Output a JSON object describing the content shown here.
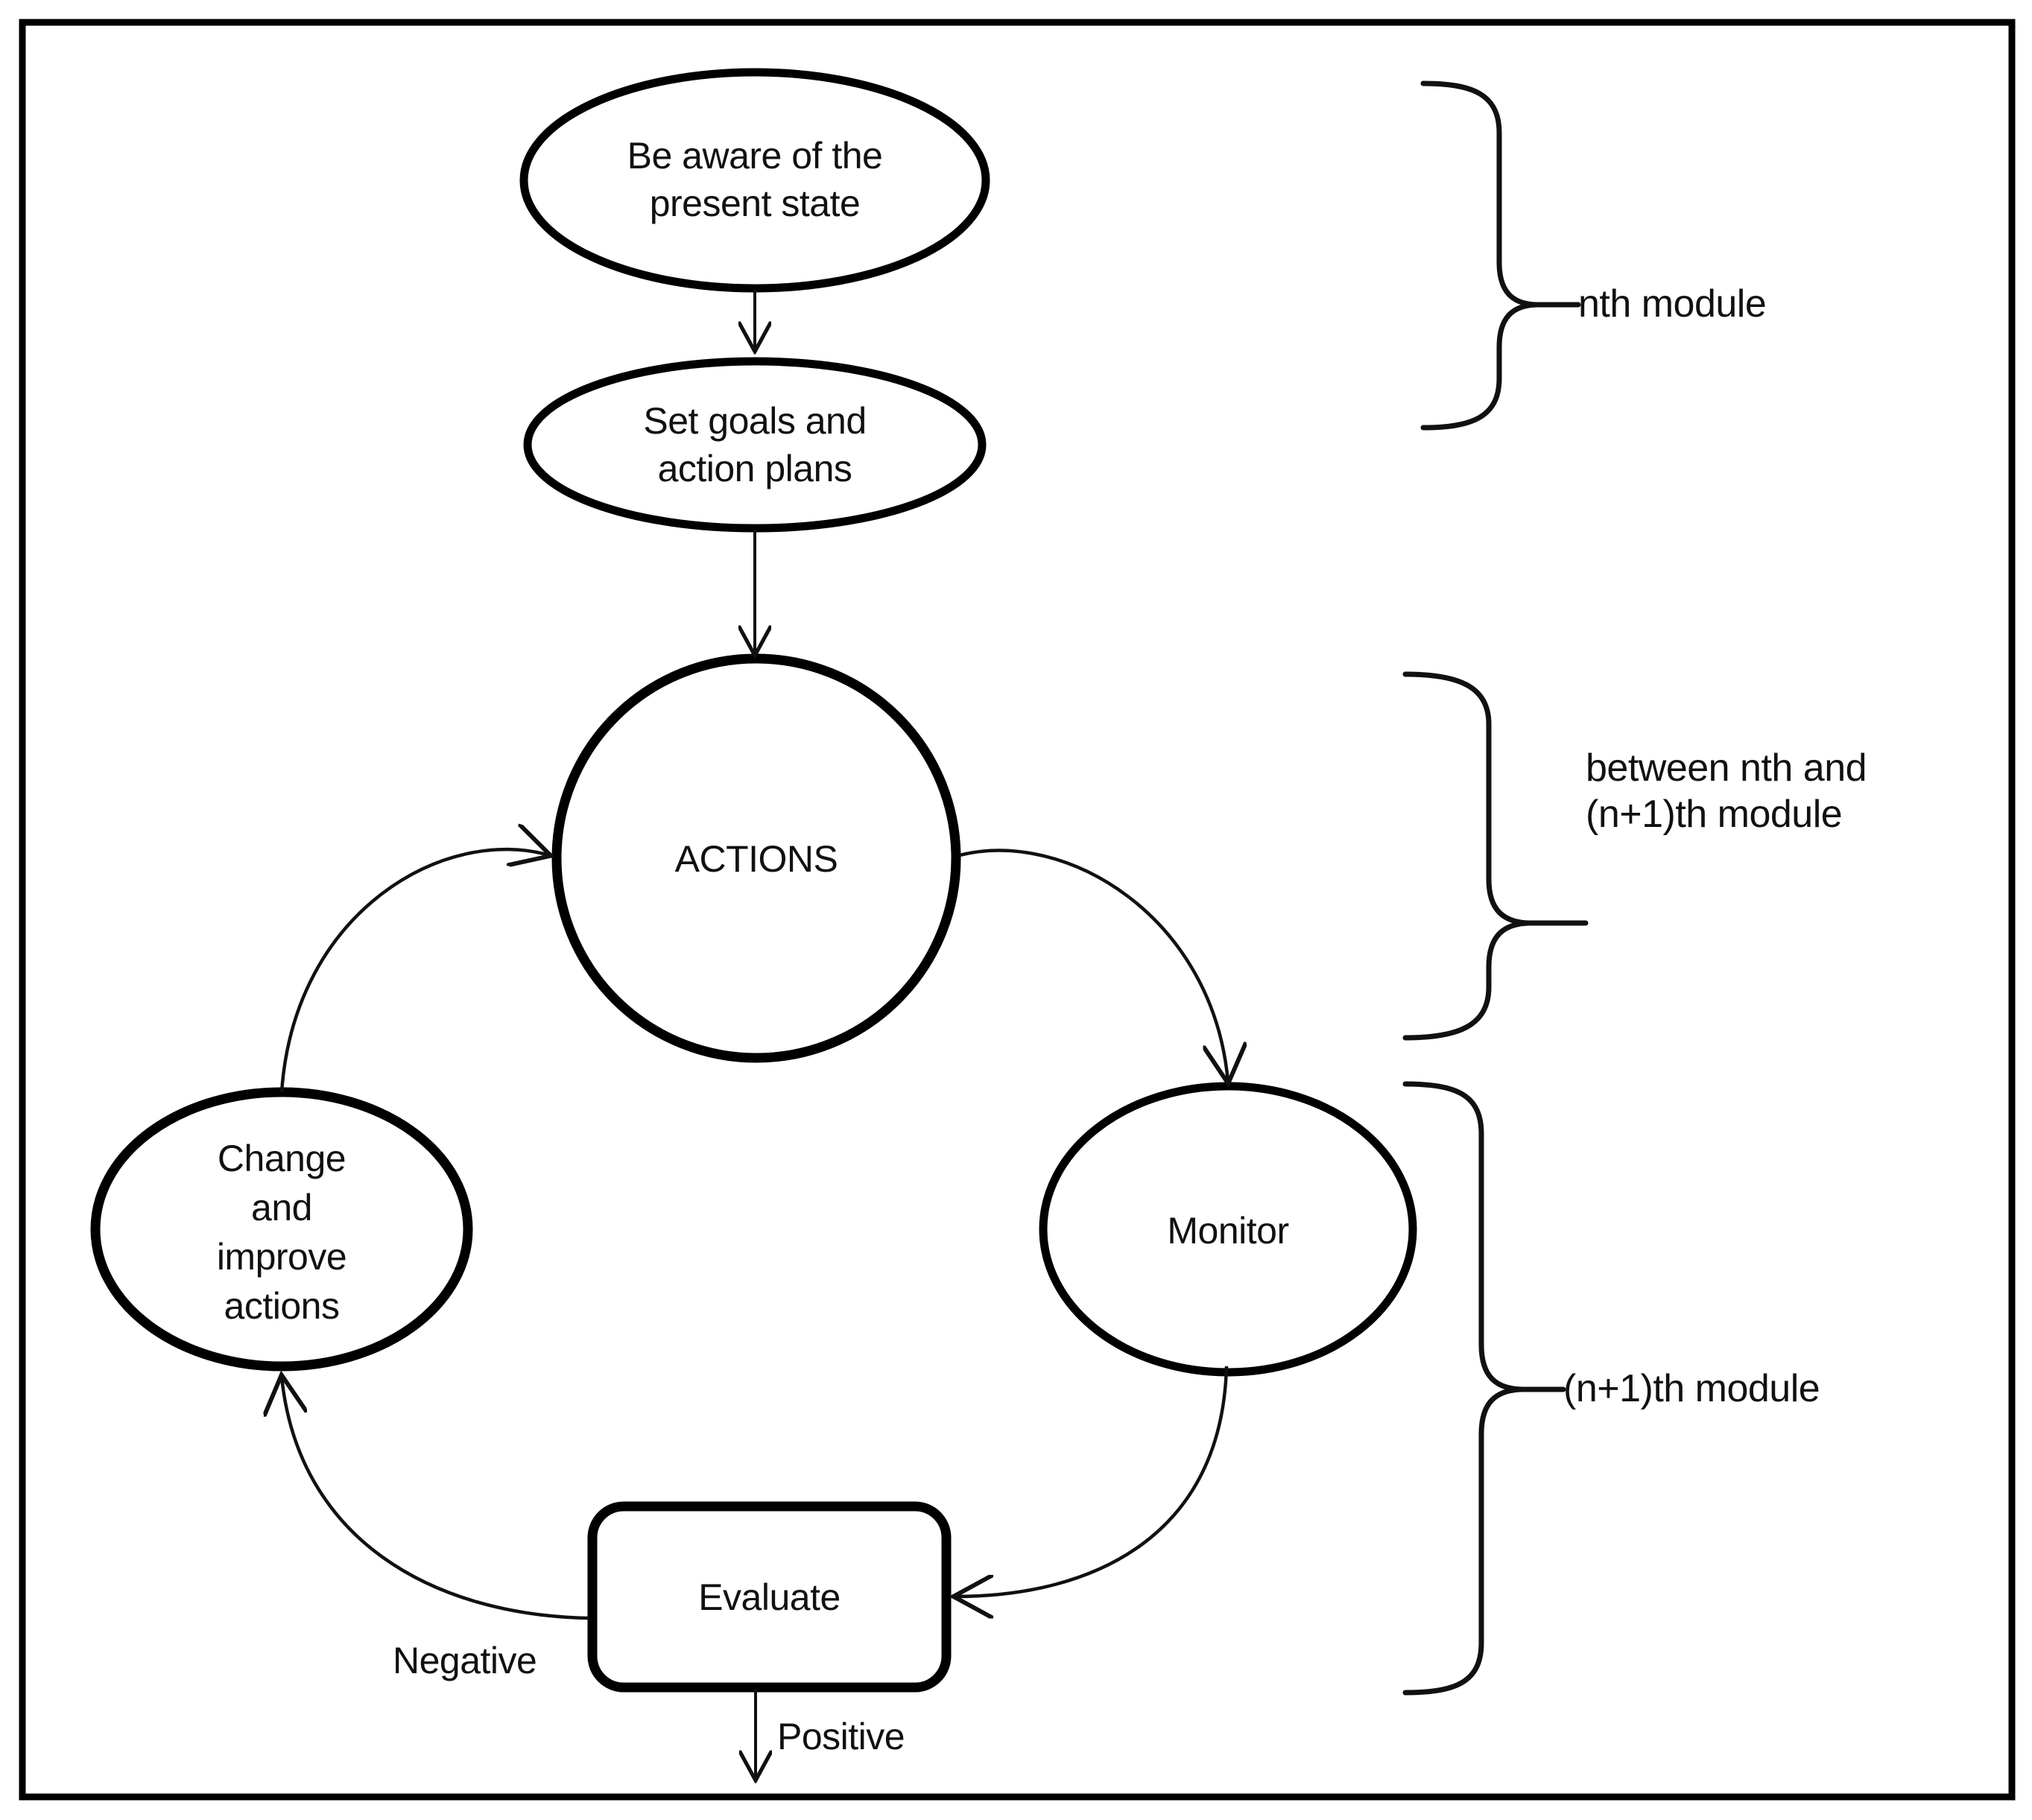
{
  "diagram": {
    "title_visible": false,
    "frame": {
      "stroke": "#000000",
      "fill": "#ffffff"
    },
    "nodes": {
      "be_aware": {
        "label": "Be aware of the\npresent state",
        "shape": "ellipse"
      },
      "set_goals": {
        "label": "Set goals and\naction plans",
        "shape": "ellipse"
      },
      "actions": {
        "label": "ACTIONS",
        "shape": "circle"
      },
      "change_improve": {
        "label": "Change\nand\nimprove\nactions",
        "shape": "ellipse"
      },
      "monitor": {
        "label": "Monitor",
        "shape": "ellipse"
      },
      "evaluate": {
        "label": "Evaluate",
        "shape": "rounded-rect"
      }
    },
    "edges": [
      {
        "from": "be_aware",
        "to": "set_goals",
        "label": ""
      },
      {
        "from": "set_goals",
        "to": "actions",
        "label": ""
      },
      {
        "from": "actions",
        "to": "monitor",
        "label": ""
      },
      {
        "from": "monitor",
        "to": "evaluate",
        "label": ""
      },
      {
        "from": "evaluate",
        "to": "change_improve",
        "label": "Negative"
      },
      {
        "from": "change_improve",
        "to": "actions",
        "label": ""
      },
      {
        "from": "evaluate",
        "to": "exit",
        "label": "Positive"
      }
    ],
    "edge_labels": {
      "negative": "Negative",
      "positive": "Positive"
    },
    "braces": [
      {
        "id": "nth",
        "label": "nth module"
      },
      {
        "id": "between",
        "label": "between nth and\n(n+1)th module"
      },
      {
        "id": "n_plus_1",
        "label": "(n+1)th module"
      }
    ]
  }
}
